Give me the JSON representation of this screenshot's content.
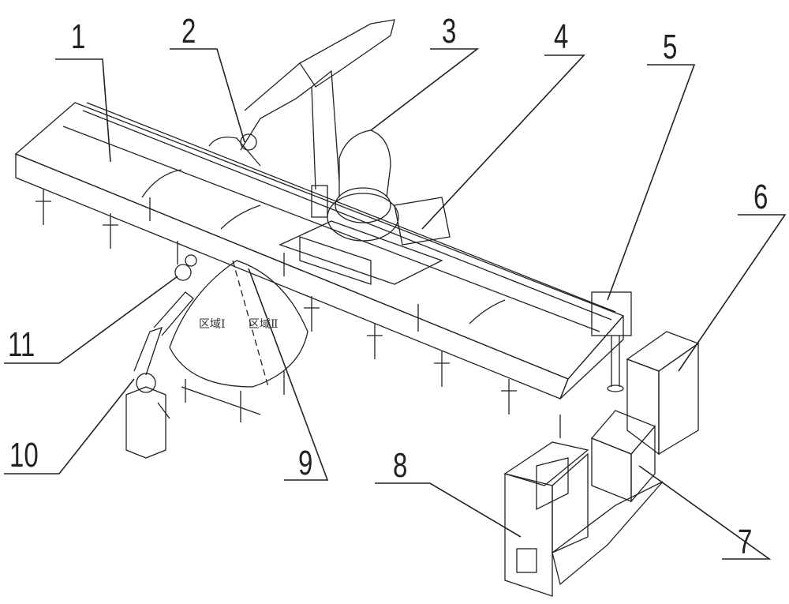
{
  "labels": {
    "l1": "1",
    "l2": "2",
    "l3": "3",
    "l4": "4",
    "l5": "5",
    "l6": "6",
    "l7": "7",
    "l8": "8",
    "l9": "9",
    "l10": "10",
    "l11": "11"
  },
  "zones": {
    "zone1": "区域Ⅰ",
    "zone2": "区域Ⅱ"
  }
}
